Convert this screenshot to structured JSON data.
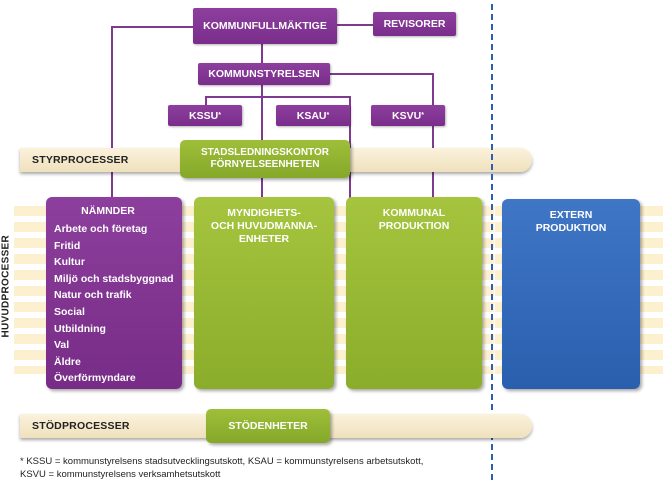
{
  "top": {
    "kommunfullmaktige": "KOMMUNFULLMÄKTIGE",
    "revisorer": "REVISORER",
    "kommunstyrelsen": "KOMMUNSTYRELSEN",
    "kssu": "KSSU",
    "ksau": "KSAU",
    "ksvu": "KSVU",
    "asterisk": "*"
  },
  "styrprocesser": {
    "label": "STYRPROCESSER",
    "center_line1": "STADSLEDNINGSKONTOR",
    "center_line2": "FÖRNYELSEENHETEN"
  },
  "huvudprocesser": {
    "label": "HUVUDPROCESSER"
  },
  "columns": {
    "namnder": {
      "title": "NÄMNDER",
      "items": [
        "Arbete och företag",
        "Fritid",
        "Kultur",
        "Miljö och stadsbyggnad",
        "Natur och trafik",
        "Social",
        "Utbildning",
        "Val",
        "Äldre",
        "Överförmyndare"
      ]
    },
    "myndighet": {
      "line1": "MYNDIGHETS-",
      "line2": "OCH HUVUDMANNA-",
      "line3": "ENHETER"
    },
    "kommunal": {
      "line1": "KOMMUNAL",
      "line2": "PRODUKTION"
    },
    "extern": {
      "line1": "EXTERN",
      "line2": "PRODUKTION"
    }
  },
  "stodprocesser": {
    "label": "STÖDPROCESSER",
    "center": "STÖDENHETER"
  },
  "footnote": {
    "line1": "* KSSU = kommunstyrelsens stadsutvecklingsutskott, KSAU = kommunstyrelsens arbetsutskott,",
    "line2": "KSVU =  kommunstyrelsens verksamhetsutskott"
  },
  "colors": {
    "purple": "#7a2d8a",
    "green": "#8fb02e",
    "blue": "#2f66b3",
    "band": "#f5e8c8",
    "dashed_line": "#2b5fb5"
  }
}
